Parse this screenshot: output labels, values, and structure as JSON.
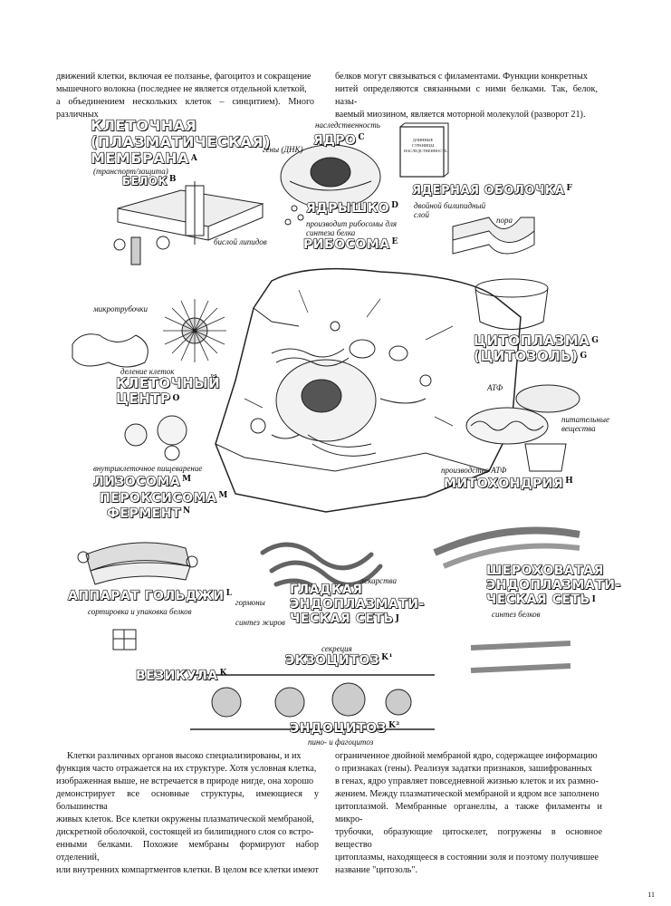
{
  "top_text": {
    "left": [
      "движений клетки, включая ее ползанье, фагоцитоз и сокращение",
      "мышечного волокна (последнее не является отдельной клеткой,",
      "а объединением нескольких клеток – синцитием). Много различных"
    ],
    "right": [
      "белков могут связываться с филаментами. Функции конкретных",
      "нитей определяются связанными с ними белками. Так, белок, назы-",
      "ваемый миозином, является моторной молекулой (разворот 21)."
    ]
  },
  "labels": {
    "membrane": {
      "lines": [
        "КЛЕТОЧНАЯ",
        "(ПЛАЗМАТИЧЕСКАЯ)",
        "МЕМБРАНА"
      ],
      "letter": "A",
      "note": "(транспорт/защита)"
    },
    "protein": {
      "text": "БЕЛОК",
      "letter": "B"
    },
    "lipid_bilayer": "бислой липидов",
    "heredity": "наследственность",
    "genes": "гены (ДНК)",
    "nucleus": {
      "text": "ЯДРО",
      "letter": "C"
    },
    "nucleolus": {
      "text": "ЯДРЫШКО",
      "letter": "D",
      "note": "производит рибосомы для синтеза белка"
    },
    "ribosome": {
      "text": "РИБОСОМА",
      "letter": "E"
    },
    "book_lines": [
      "ДЛИННЫЕ",
      "СТРАНИЦЫ",
      "НАСЛЕДСТВЕННОСТЬ"
    ],
    "nuclear_envelope": {
      "text": "ЯДЕРНАЯ ОБОЛОЧКА",
      "letter": "F",
      "note": "двойной билипидный слой",
      "pore": "пора"
    },
    "microtubules": "микротрубочки",
    "cell_division": "деление клеток",
    "cell_center": {
      "lines": [
        "КЛЕТОЧНЫЙ",
        "ЦЕНТР"
      ],
      "letter": "O"
    },
    "cytoplasm": {
      "lines": [
        "ЦИТОПЛАЗМА",
        "(ЦИТОЗОЛЬ)"
      ],
      "letters": [
        "G",
        "G"
      ]
    },
    "atp": "АТФ",
    "nutrients": "питательные вещества",
    "atp_production": "производство АТФ",
    "mitochondria": {
      "text": "МИТОХОНДРИЯ",
      "letter": "H"
    },
    "digestion": "внутриклеточное пищеварение",
    "lysosome": {
      "text": "ЛИЗОСОМА",
      "letter": "M"
    },
    "peroxisome": {
      "text": "ПЕРОКСИСОМА",
      "letter": "M"
    },
    "enzyme": {
      "text": "ФЕРМЕНТ",
      "letter": "N"
    },
    "golgi": {
      "text": "АППАРАТ ГОЛЬДЖИ",
      "letter": "L",
      "note": "сортировка и упаковка белков"
    },
    "hormones": "гормоны",
    "fat_synthesis": "синтез жиров",
    "drugs": "лекарства",
    "smooth_er": {
      "lines": [
        "ГЛАДКАЯ",
        "ЭНДОПЛАЗМАТИ-",
        "ЧЕСКАЯ СЕТЬ"
      ],
      "letter": "J"
    },
    "rough_er": {
      "lines": [
        "ШЕРОХОВАТАЯ",
        "ЭНДОПЛАЗМАТИ-",
        "ЧЕСКАЯ СЕТЬ"
      ],
      "letter": "I"
    },
    "protein_synthesis": "синтез белков",
    "secretion": "секреция",
    "exocytosis": {
      "text": "ЭКЗОЦИТОЗ",
      "letter": "K¹"
    },
    "vesicle": {
      "text": "ВЕЗИКУЛА",
      "letter": "K"
    },
    "endocytosis": {
      "text": "ЭНДОЦИТОЗ",
      "letter": "K²"
    },
    "pino": "пино- и фагоцитоз"
  },
  "bottom_text": {
    "left": [
      "Клетки различных органов высоко специализированы, и их",
      "функция часто отражается на их структуре. Хотя условная клетка,",
      "изображенная выше, не встречается в природе нигде, она хорошо",
      "демонстрирует все основные структуры, имеющиеся у большинства",
      "живых клеток. Все клетки окружены плазматической мембраной,",
      "дискретной оболочкой, состоящей из билипидного слоя со встро-",
      "енными белками. Похожие мембраны формируют набор отделений,",
      "или внутренних компартментов клетки. В целом все клетки имеют"
    ],
    "right": [
      "ограниченное двойной мембраной ядро, содержащее информацию",
      "о признаках (гены). Реализуя задатки признаков, зашифрованных",
      "в генах, ядро управляет повседневной жизнью клеток и их размно-",
      "жением. Между плазматической мембраной и ядром все заполнено",
      "цитоплазмой. Мембранные органеллы, а также филаменты и микро-",
      "трубочки, образующие цитоскелет, погружены в основное вещество",
      "цитоплазмы, находящееся в состоянии золя и поэтому получившее",
      "название \"цитозоль\"."
    ]
  },
  "page_number": "11"
}
